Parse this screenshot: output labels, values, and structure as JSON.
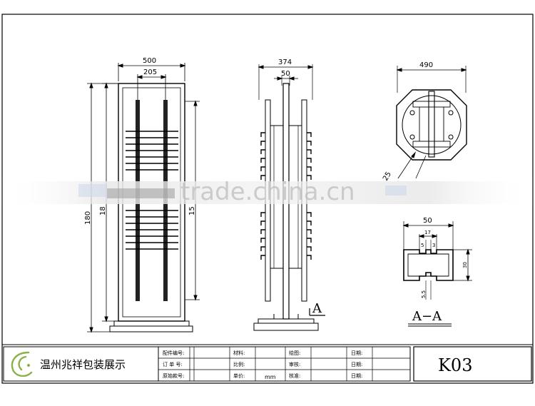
{
  "dimensions": {
    "front": {
      "width_outer": "500",
      "width_inner": "205",
      "height_outer": "180",
      "height_mid": "18",
      "height_right": "15"
    },
    "side": {
      "width_outer": "374",
      "width_inner": "50",
      "section_mark": "A"
    },
    "top": {
      "diameter": "490",
      "leader_label": "25"
    },
    "section": {
      "width": "50",
      "inner_width": "17",
      "slot_width": "5",
      "slot_height": "3",
      "height": "30",
      "bottom_dim": "5.5",
      "label": "A−A"
    }
  },
  "title_block": {
    "company": "温州兆祥包装展示",
    "fields": [
      {
        "label": "配件编号:",
        "value": ""
      },
      {
        "label": "材料:",
        "value": ""
      },
      {
        "label": "绘图:",
        "value": ""
      },
      {
        "label": "日期:",
        "value": ""
      },
      {
        "label": "订 单 号:",
        "value": ""
      },
      {
        "label": "比例:",
        "value": ""
      },
      {
        "label": "审核:",
        "value": ""
      },
      {
        "label": "日期:",
        "value": ""
      },
      {
        "label": "原始款号:",
        "value": ""
      },
      {
        "label": "单价:",
        "value": "mm"
      },
      {
        "label": "核准:",
        "value": ""
      },
      {
        "label": "日期:",
        "value": ""
      }
    ],
    "model_code": "K03"
  },
  "watermark": "trade.china.cn",
  "colors": {
    "line": "#000000",
    "watermark": "#bebebe",
    "logo": "#8cb04a"
  }
}
